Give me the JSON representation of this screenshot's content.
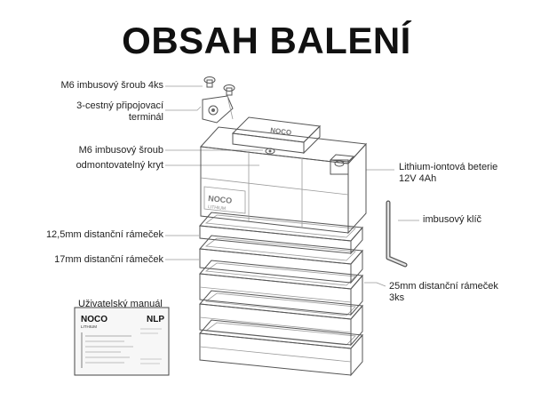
{
  "title": "OBSAH BALENÍ",
  "labels": {
    "screws_4": "M6 imbusový šroub 4ks",
    "terminal_line1": "3-cestný připojovací",
    "terminal_line2": "terminál",
    "screw": "M6 imbusový šroub",
    "cover": "odmontovatelný kryt",
    "battery_line1": "Lithium-iontová beterie",
    "battery_line2": "12V 4Ah",
    "hex_key": "imbusový klíč",
    "spacer_12_5": "12,5mm distanční rámeček",
    "spacer_17": "17mm distanční rámeček",
    "spacer_25_line1": "25mm distanční rámeček",
    "spacer_25_line2": "3ks",
    "manual": "Uživatelský manuál"
  },
  "battery_brand": {
    "lid": "NOCO",
    "side_line1": "NOCO",
    "side_line2": "LITHIUM"
  },
  "manual_card": {
    "brand": "NOCO",
    "brand_sub": "LITHIUM",
    "model": "NLP"
  },
  "colors": {
    "line": "#555555",
    "fill_light": "#f3f3f3",
    "fill_mid": "#e4e4e4",
    "fill_dark": "#d2d2d2"
  }
}
